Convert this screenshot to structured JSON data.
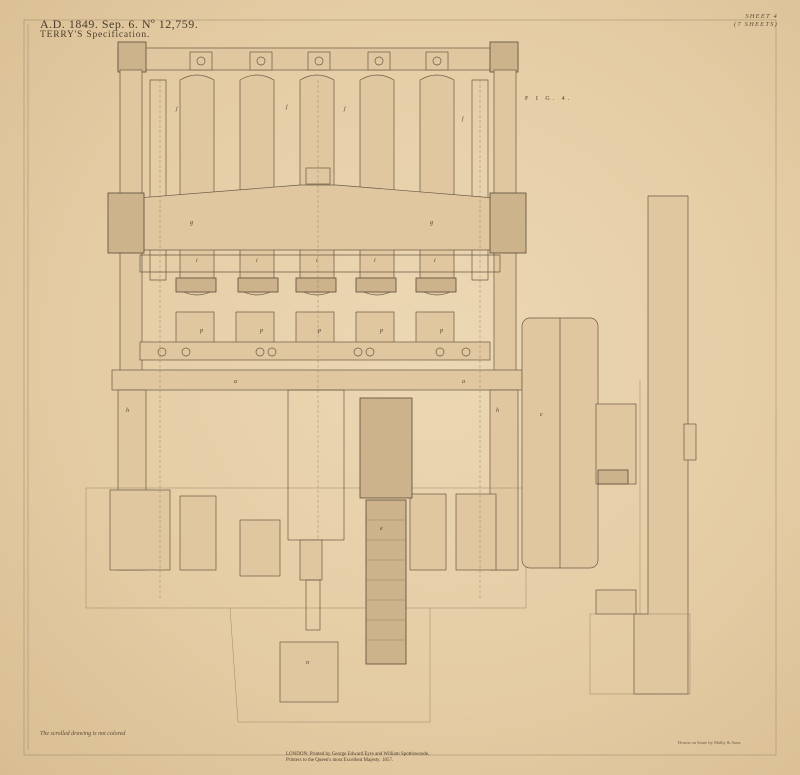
{
  "header": {
    "line1": "A.D. 1849. Sep. 6. Nº 12,759.",
    "line2": "TERRY'S Specification."
  },
  "sheet": {
    "number": "SHEET 4",
    "count": "(7 SHEETS)"
  },
  "figure_label": "F I G. 4.",
  "note": "The scrolled drawing is not colored",
  "drawn_by": "Drawn on Stone by Malby & Sons.",
  "footer": {
    "line1": "LONDON: Printed by George Edward Eyre and William Spottiswoode,",
    "line2": "Printers to the Queen's most Excellent Majesty. 1857."
  },
  "part_labels": {
    "j": "j",
    "g": "g",
    "i": "i",
    "p": "p",
    "a": "a",
    "h": "h",
    "c": "c",
    "e": "e",
    "n": "n"
  }
}
